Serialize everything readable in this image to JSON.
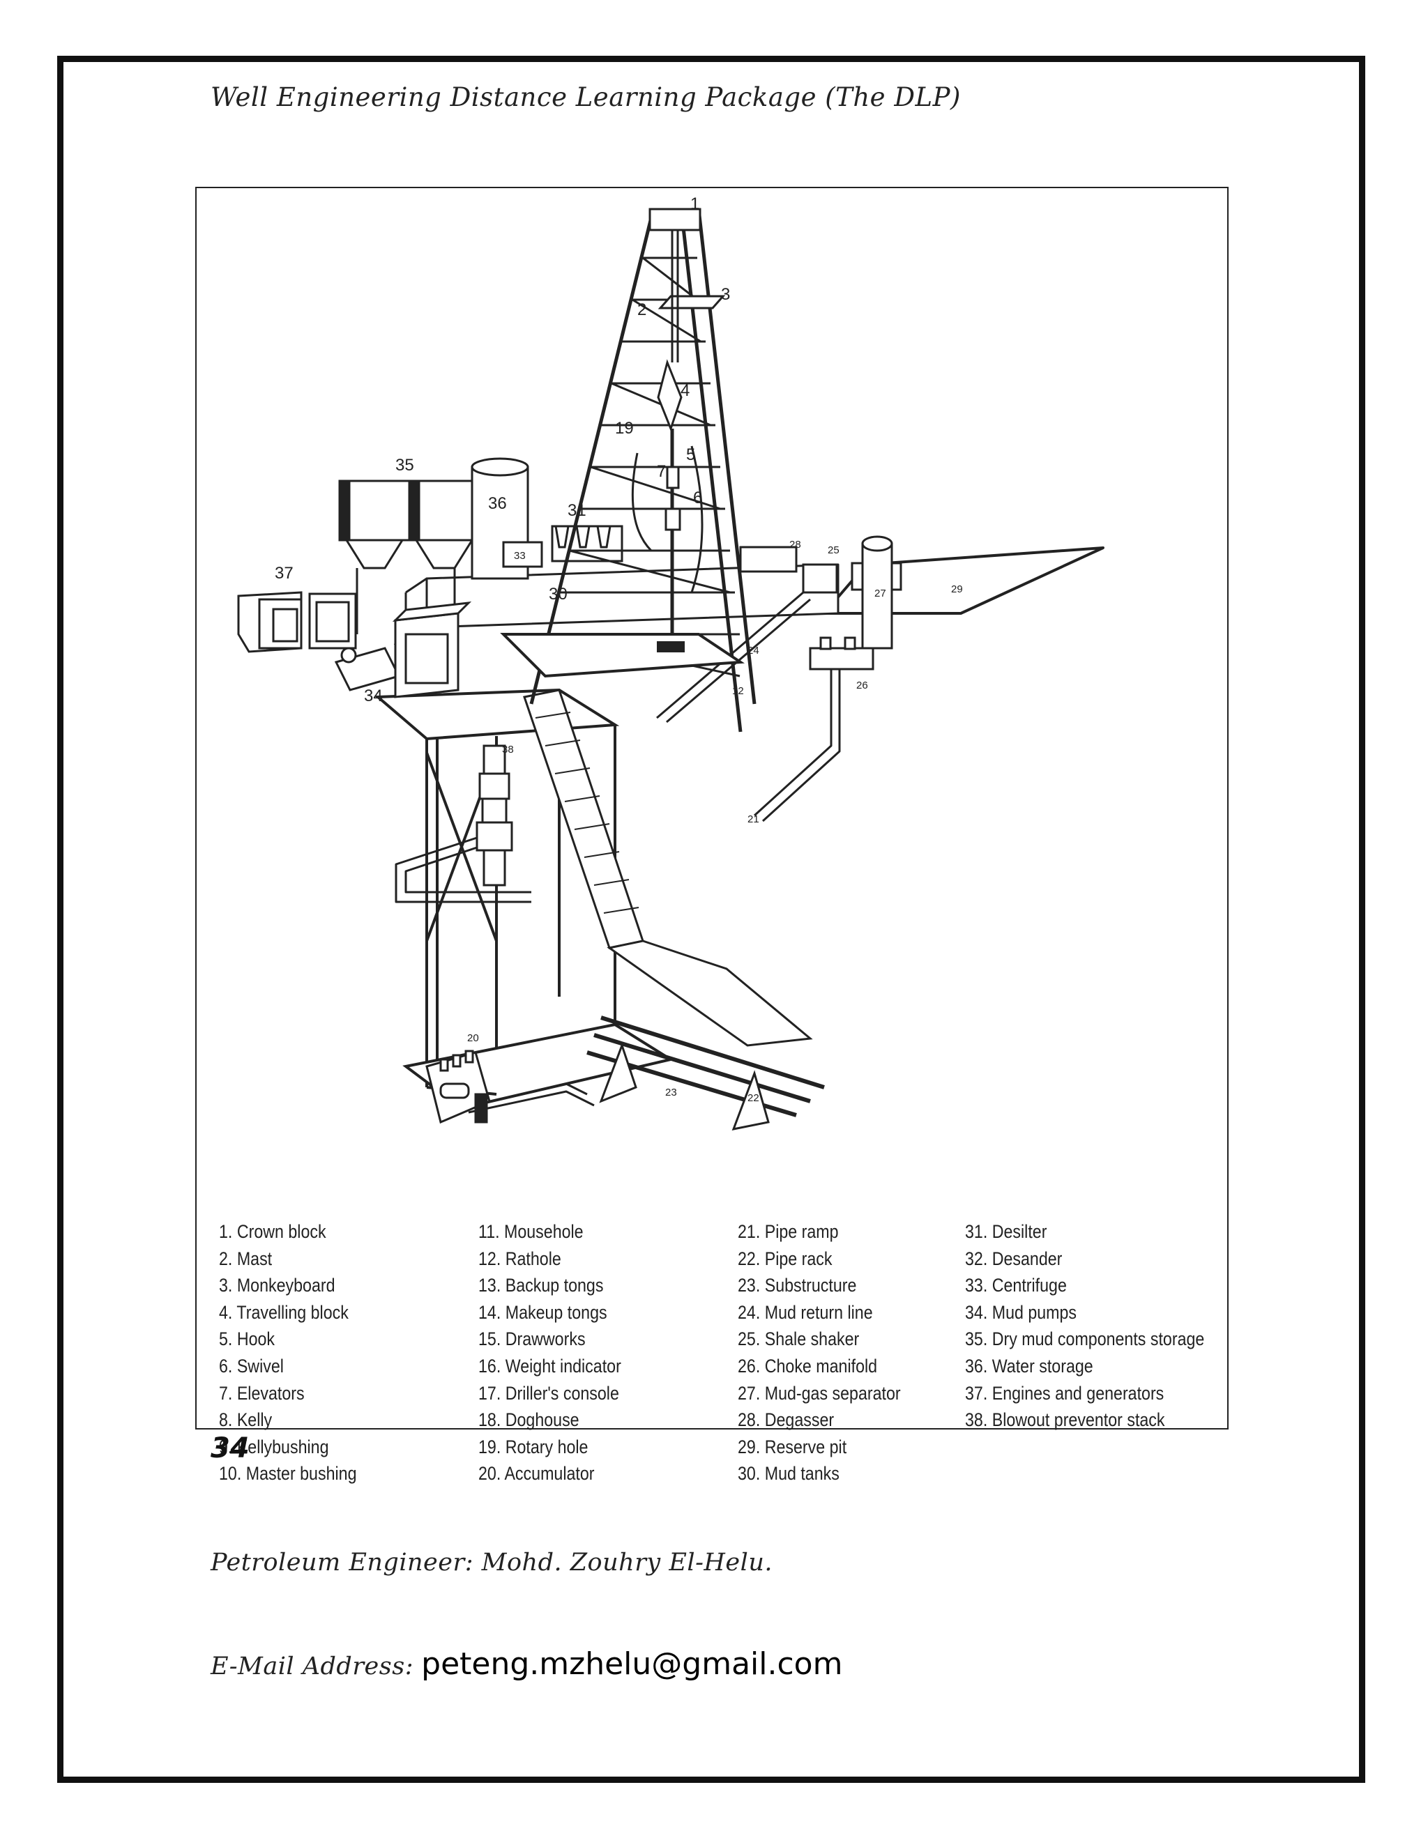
{
  "header": {
    "title": "Well Engineering Distance Learning Package (The DLP)"
  },
  "figure": {
    "callouts": [
      "1",
      "2",
      "3",
      "4",
      "5",
      "6",
      "7",
      "12",
      "19",
      "20",
      "21",
      "22",
      "23",
      "24",
      "25",
      "26",
      "27",
      "28",
      "29",
      "30",
      "31",
      "33",
      "34",
      "35",
      "36",
      "37",
      "38"
    ],
    "legend_columns": [
      [
        "1. Crown block",
        "2. Mast",
        "3. Monkeyboard",
        "4. Travelling block",
        "5. Hook",
        "6. Swivel",
        "7. Elevators",
        "8. Kelly",
        "9. Kellybushing",
        "10. Master bushing"
      ],
      [
        "11. Mousehole",
        "12. Rathole",
        "13. Backup tongs",
        "14. Makeup tongs",
        "15. Drawworks",
        "16. Weight indicator",
        "17. Driller's console",
        "18. Doghouse",
        "19. Rotary hole",
        "20. Accumulator"
      ],
      [
        "21. Pipe ramp",
        "22. Pipe rack",
        "23. Substructure",
        "24. Mud return line",
        "25. Shale shaker",
        "26. Choke manifold",
        "27. Mud-gas separator",
        "28. Degasser",
        "29. Reserve pit",
        "30. Mud tanks"
      ],
      [
        "31. Desilter",
        "32. Desander",
        "33. Centrifuge",
        "34. Mud pumps",
        "35. Dry mud components storage",
        "36. Water storage",
        "37. Engines and generators",
        "38. Blowout preventor stack"
      ]
    ]
  },
  "footer": {
    "page_number": "34",
    "author": "Petroleum Engineer: Mohd. Zouhry El-Helu.",
    "email_label": "E-Mail Address:",
    "email": "peteng.mzhelu@gmail.com"
  }
}
